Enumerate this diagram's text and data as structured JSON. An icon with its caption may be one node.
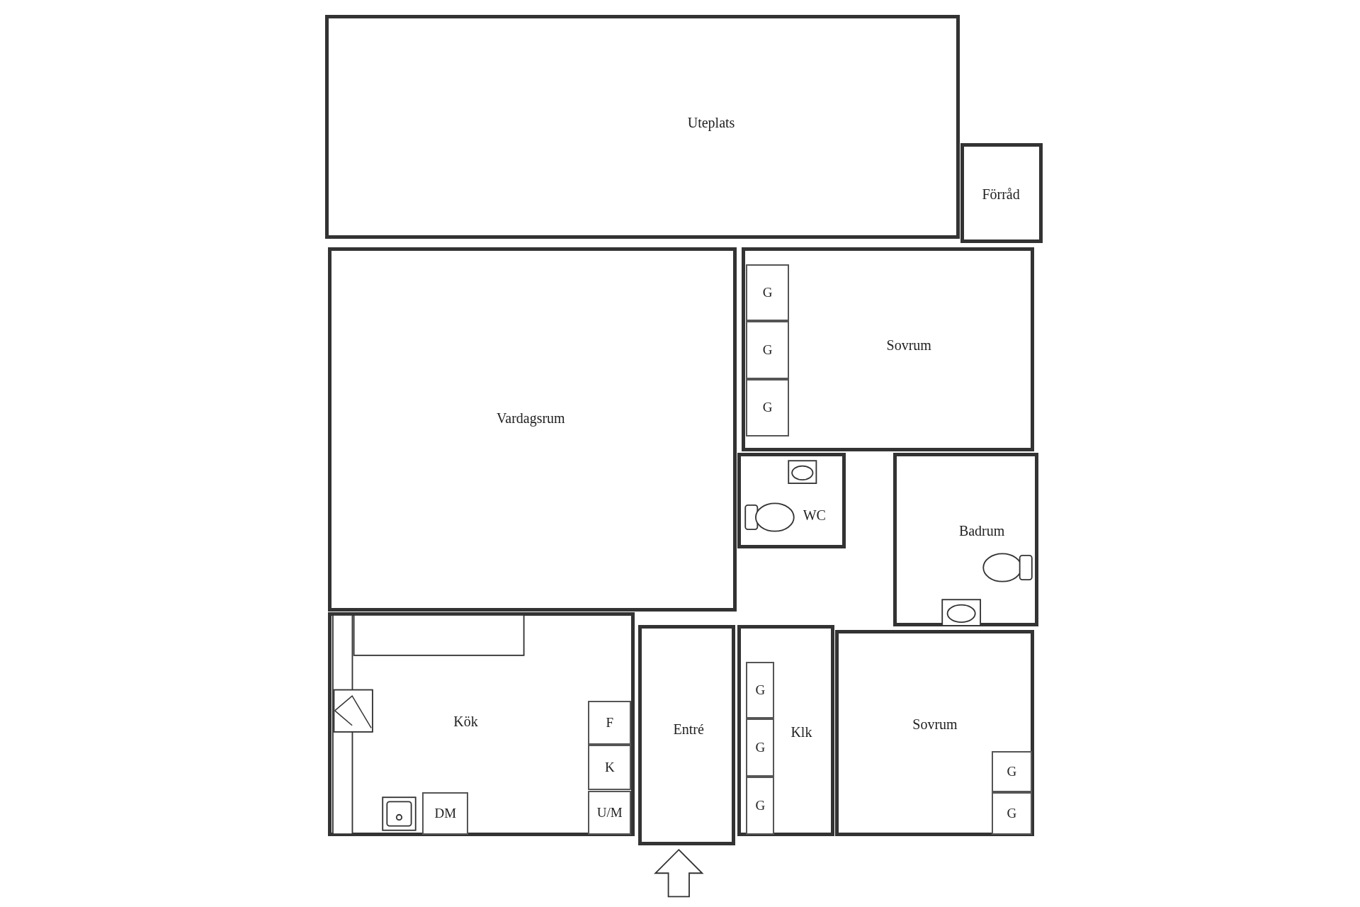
{
  "diagram": {
    "nodes": [
      {
        "text": [
          "Uteplats"
        ]
      },
      {
        "text": [
          "Förråd"
        ]
      },
      {
        "text": [
          "Sovrum"
        ]
      },
      {
        "text": [
          "G"
        ],
        "in": 2
      },
      {
        "text": [
          "G"
        ],
        "in": 2
      },
      {
        "text": [
          "G"
        ],
        "in": 2
      },
      {
        "text": [
          "Vardagsrum"
        ]
      },
      {
        "text": [
          "WC"
        ]
      },
      {
        "text": [
          "Badrum"
        ]
      },
      {
        "text": [
          "Kök"
        ]
      },
      {
        "text": [
          "F"
        ],
        "in": 9
      },
      {
        "text": [
          "K"
        ],
        "in": 9
      },
      {
        "text": [
          "U/M"
        ],
        "in": 9
      },
      {
        "text": [
          "DM"
        ],
        "in": 9
      },
      {
        "text": [
          "Entré"
        ]
      },
      {
        "text": [
          "Klk"
        ]
      },
      {
        "text": [
          "G"
        ],
        "in": 15
      },
      {
        "text": [
          "G"
        ],
        "in": 15
      },
      {
        "text": [
          "G"
        ],
        "in": 15
      },
      {
        "text": [
          "Sovrum"
        ]
      },
      {
        "text": [
          "G"
        ],
        "in": 19
      },
      {
        "text": [
          "G"
        ],
        "in": 19
      }
    ]
  }
}
